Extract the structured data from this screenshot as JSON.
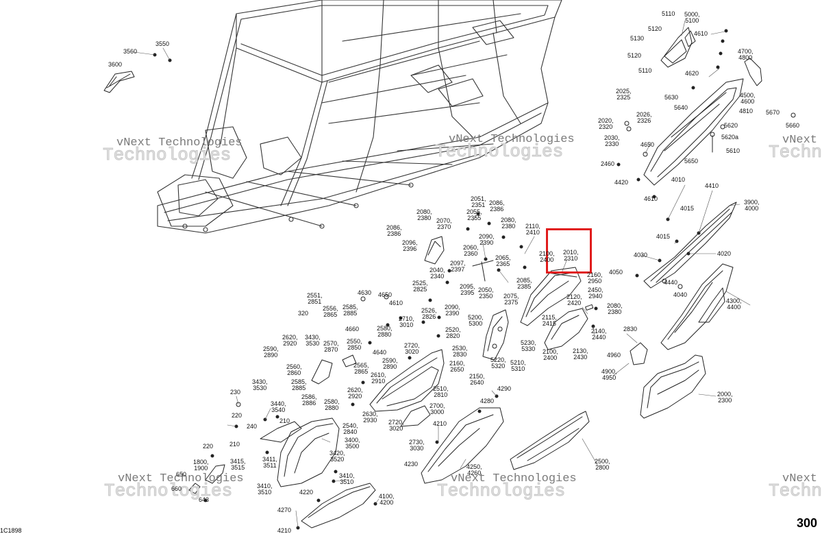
{
  "page_number": "300",
  "doc_code": "1C1898",
  "watermark": {
    "line1": "vNext Technologies",
    "line2": "Technologies"
  },
  "highlight_color": "#e01b1b",
  "callouts": {
    "c3550": "3550",
    "c3560": "3560",
    "c3600": "3600",
    "c5110a": "5110",
    "c5000": "5000,\n5100",
    "c5120a": "5120",
    "c5130": "5130",
    "c4610a": "4610",
    "c4700": "4700,\n4800",
    "c5120b": "5120",
    "c5110b": "5110",
    "c4620": "4620",
    "c4500": "4500,\n4600",
    "c5630": "5630",
    "c2025": "2025,\n2325",
    "c5640": "5640",
    "c4810": "4810",
    "c5670": "5670",
    "c2026": "2026,\n2326",
    "c2020": "2020,\n2320",
    "c5620": "5620",
    "c5660": "5660",
    "c5620a": "5620a",
    "c2030": "2030,\n2330",
    "c4650a": "4650",
    "c5610": "5610",
    "c2460": "2460",
    "c5650": "5650",
    "c4420": "4420",
    "c4010": "4010",
    "c4410": "4410",
    "c4610b": "4610",
    "c3900": "3900,\n4000",
    "c4015a": "4015",
    "c4015b": "4015",
    "c4030": "4030",
    "c4020": "4020",
    "c4050": "4050",
    "c4440": "4440",
    "c4040": "4040",
    "c4300": "4300,\n4400",
    "c2051": "2051,\n2351",
    "c2086a": "2086,\n2386",
    "c2080a": "2080,\n2380",
    "c2055": "2055,\n2355",
    "c2070": "2070,\n2370",
    "c2080b": "2080,\n2380",
    "c2086b": "2086,\n2386",
    "c2110": "2110,\n2410",
    "c2090a": "2090,\n2390",
    "c2096": "2096,\n2396",
    "c2060": "2060,\n2360",
    "c2100a": "2100,\n2400",
    "c2010": "2010,\n2310",
    "c2065": "2065,\n2365",
    "c2097": "2097,\n2397",
    "c2040": "2040,\n2340",
    "c2160": "2160,\n2950",
    "c2085": "2085,\n2385",
    "c2525a": "2525,\n2825",
    "c2095": "2095,\n2395",
    "c2050": "2050,\n2350",
    "c2075": "2075,\n2375",
    "c2450": "2450,\n2940",
    "c2120": "2120,\n2420",
    "c4630": "4630",
    "c4650b": "4650",
    "c2551": "2551,\n2851",
    "c4610c": "4610",
    "c2556": "2556,\n2865",
    "c2585a": "2585,\n2885",
    "c2090b": "2090,\n2390",
    "c2526": "2526,\n2826",
    "c2080c": "2080,\n2380",
    "c320": "320",
    "c2710a": "2710,\n3010",
    "c5200": "5200,\n5300",
    "c2115": "2115,\n2415",
    "c4660": "4660",
    "c2580a": "2580,\n2880",
    "c2520": "2520,\n2820",
    "c2830": "2830",
    "c2620a": "2620,\n2920",
    "c3430a": "3430,\n3530",
    "c2570": "2570,\n2870",
    "c2550": "2550,\n2850",
    "c2140": "2140,\n2440",
    "c5230": "5230,\n5330",
    "c2720a": "2720,\n3020",
    "c2590a": "2590,\n2890",
    "c2530": "2530,\n2830",
    "c4640": "4640",
    "c2100b": "2100,\n2400",
    "c2130": "2130,\n2430",
    "c4960": "4960",
    "c5220": "5220,\n5320",
    "c2560": "2560,\n2860",
    "c2565": "2565,\n2865",
    "c2590b": "2590,\n2890",
    "c2160b": "2160,\n2650",
    "c5210": "5210,\n5310",
    "c4900": "4900,\n4950",
    "c2610": "2610,\n2910",
    "c2150": "2150,\n2640",
    "c3430b": "3430,\n3530",
    "c2585b": "2585,\n2885",
    "c4290": "4290",
    "c230": "230",
    "c2000": "2000,\n2300",
    "c2620b": "2620,\n2920",
    "c2510": "2510,\n2810",
    "c2586": "2586,\n2886",
    "c2580b": "2580,\n2880",
    "c3440": "3440,\n3540",
    "c4280": "4280",
    "c2700": "2700,\n3000",
    "c220a": "220",
    "c210a": "210",
    "c2630": "2630,\n2930",
    "c240": "240",
    "c2720b": "2720,\n3020",
    "c4210": "4210",
    "c2540": "2540,\n2840",
    "c3400": "3400,\n3500",
    "c210b": "210",
    "c2730": "2730,\n3030",
    "c220b": "220",
    "c3420": "3420,\n3520",
    "c2500": "2500,\n2800",
    "c1800": "1800,\n1900",
    "c3415": "3415,\n3515",
    "c3411": "3411,\n3511",
    "c4230": "4230",
    "c4250": "4250,\n4260",
    "c650": "650",
    "c660": "660",
    "c3410a": "3410,\n3510",
    "c3410b": "3410,\n3510",
    "c4220": "4220",
    "c4100": "4100,\n4200",
    "c643": "643",
    "c4270": "4270",
    "c4210b": "4210"
  }
}
